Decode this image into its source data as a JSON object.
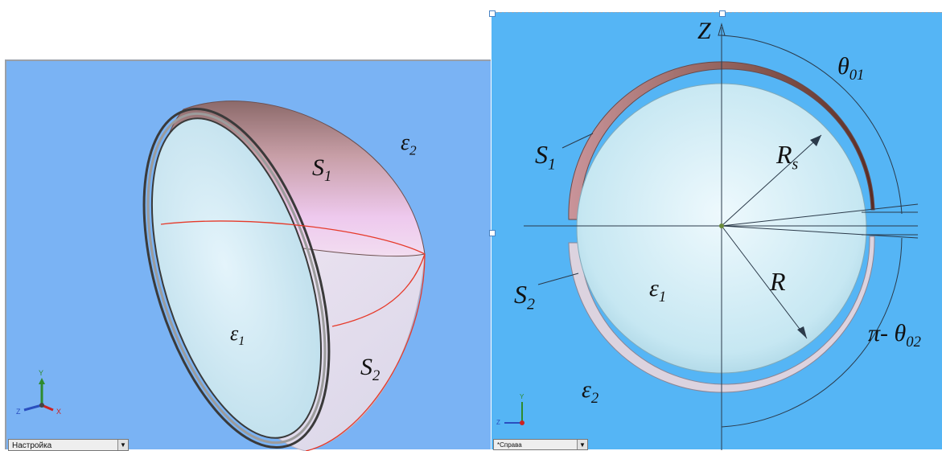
{
  "left_view": {
    "labels": {
      "epsilon2": "ε",
      "epsilon2_sub": "2",
      "s1": "S",
      "s1_sub": "1",
      "s2": "S",
      "s2_sub": "2",
      "epsilon1": "ε",
      "epsilon1_sub": "1"
    },
    "axis_triad": {
      "x": "X",
      "y": "Y",
      "z": "Z"
    },
    "view_dropdown": {
      "value": "Настройка"
    }
  },
  "right_view": {
    "labels": {
      "z_axis": "Z",
      "theta01": "θ",
      "theta01_sub": "01",
      "s1": "S",
      "s1_sub": "1",
      "rs": "R",
      "rs_sub": "s",
      "s2": "S",
      "s2_sub": "2",
      "epsilon1": "ε",
      "epsilon1_sub": "1",
      "r": "R",
      "pi_theta02": "π- θ",
      "pi_theta02_sub": "02",
      "epsilon2": "ε",
      "epsilon2_sub": "2"
    },
    "axis_triad": {
      "y": "Y",
      "z": "Z"
    },
    "view_dropdown": {
      "value": "*Справа"
    }
  },
  "colors": {
    "left_background": "#7ab3f4",
    "right_background": "#55b5f5",
    "inner_sphere": "#cdeaf6",
    "shell_upper": "#c9a2a6",
    "shell_lower": "#e8e4ee",
    "cut_line": "#e63a2a",
    "dimension_lines": "#2b3a4a"
  }
}
